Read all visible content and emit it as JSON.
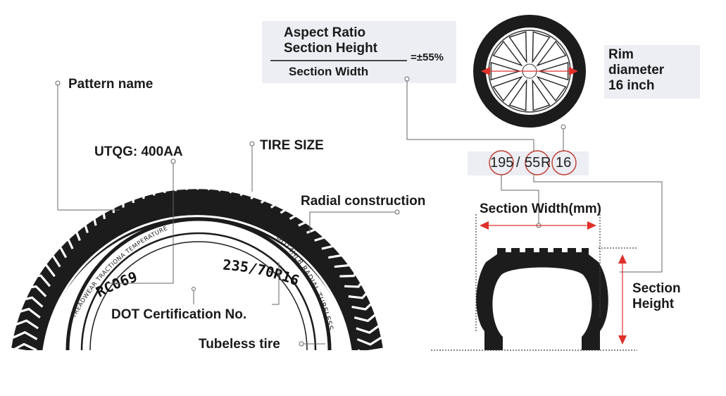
{
  "labels": {
    "pattern_name": "Pattern name",
    "utqg": "UTQG: 400AA",
    "tire_size": "TIRE  SIZE",
    "radial_construction": "Radial construction",
    "dot_certification": "DOT Certification No.",
    "tubeless_tire": "Tubeless tire",
    "section_width_mm": "Section Width(mm)",
    "section_height": "Section\nHeight",
    "rim_diameter": "Rim\ndiameter\n16 inch"
  },
  "formula": {
    "line1": "Aspect Ratio",
    "line2": "Section Height",
    "denominator": "Section Width",
    "result": "=±55%"
  },
  "size_code": {
    "width": "195",
    "slash": "/",
    "aspect": "55",
    "construction": "R",
    "rim": "16"
  },
  "sidewall": {
    "pattern": "RC069",
    "size": "235/70R16",
    "inner_left": "TREADWEAR TRACTIONA TEMPERATUREA",
    "inner_right": "DOT4HLB  RADIAL  TUBELESS"
  },
  "colors": {
    "arrow": "#e0302a",
    "leader": "#555555",
    "panel": "#eceef3"
  }
}
